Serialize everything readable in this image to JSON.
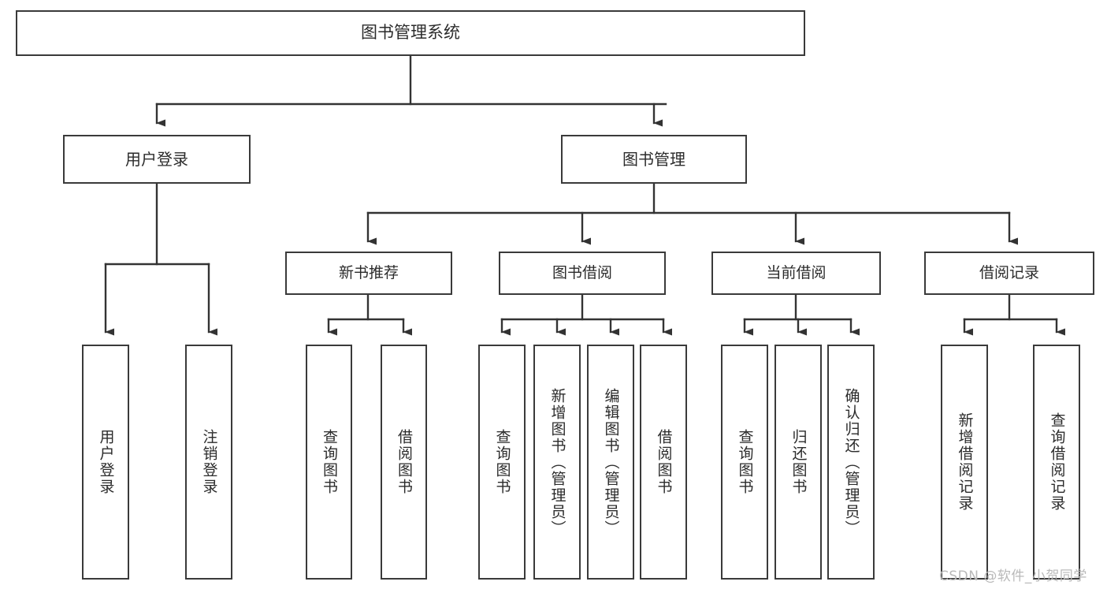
{
  "diagram": {
    "title": "图书管理系统",
    "type": "tree-hierarchy",
    "orientation": "top-down",
    "colors": {
      "node_border": "#3a3a3a",
      "node_fill": "#ffffff",
      "connector": "#333333",
      "text": "#2b2b2b",
      "watermark": "#b9b9b9",
      "background": "#ffffff"
    }
  },
  "root": {
    "label": "图书管理系统"
  },
  "level2": [
    {
      "label": "用户登录"
    },
    {
      "label": "图书管理"
    }
  ],
  "level3": [
    {
      "label": "新书推荐"
    },
    {
      "label": "图书借阅"
    },
    {
      "label": "当前借阅"
    },
    {
      "label": "借阅记录"
    }
  ],
  "leaves": {
    "user_login": [
      {
        "label": "用户登录"
      },
      {
        "label": "注销登录"
      }
    ],
    "new_book": [
      {
        "label": "查询图书"
      },
      {
        "label": "借阅图书"
      }
    ],
    "book_borrow": [
      {
        "label": "查询图书"
      },
      {
        "label": "新增图书（管理员）"
      },
      {
        "label": "编辑图书（管理员）"
      },
      {
        "label": "借阅图书"
      }
    ],
    "current_borrow": [
      {
        "label": "查询图书"
      },
      {
        "label": "归还图书"
      },
      {
        "label": "确认归还（管理员）"
      }
    ],
    "borrow_record": [
      {
        "label": "新增借阅记录"
      },
      {
        "label": "查询借阅记录"
      }
    ]
  },
  "watermark": {
    "text": "CSDN @软件_小贺同学"
  }
}
